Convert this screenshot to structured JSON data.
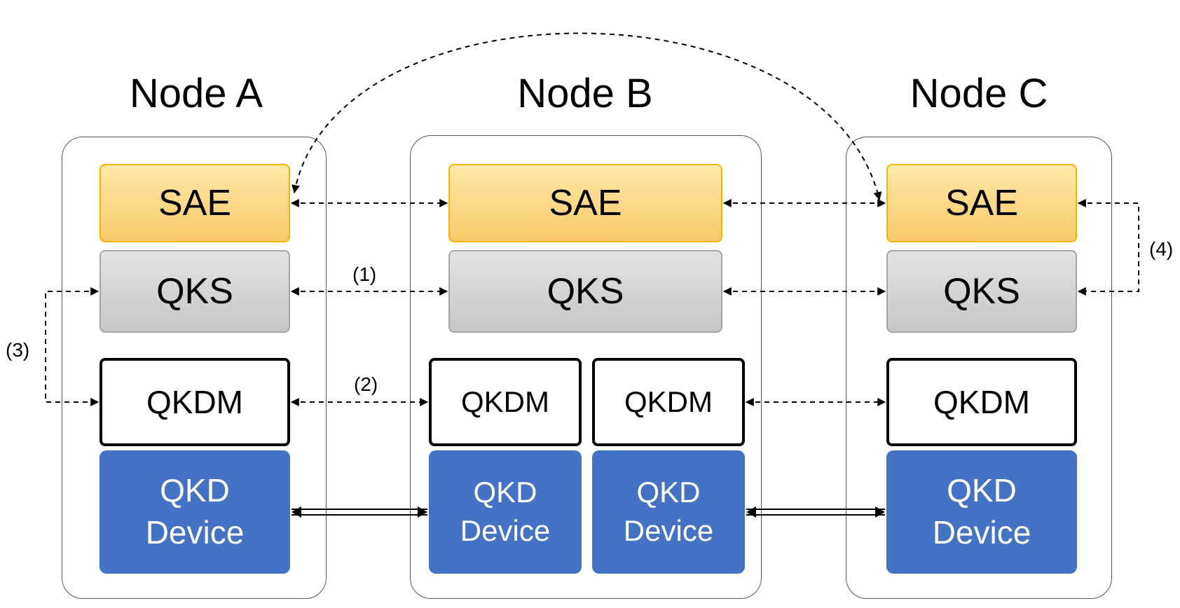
{
  "nodes": [
    {
      "title": "Node A",
      "sae": "SAE",
      "qks": "QKS",
      "qkdm": [
        "QKDM"
      ],
      "device": [
        "QKD\nDevice"
      ]
    },
    {
      "title": "Node B",
      "sae": "SAE",
      "qks": "QKS",
      "qkdm": [
        "QKDM",
        "QKDM"
      ],
      "device": [
        "QKD\nDevice",
        "QKD\nDevice"
      ]
    },
    {
      "title": "Node C",
      "sae": "SAE",
      "qks": "QKS",
      "qkdm": [
        "QKDM"
      ],
      "device": [
        "QKD\nDevice"
      ]
    }
  ],
  "labels": {
    "l1": "(1)",
    "l2": "(2)",
    "l3": "(3)",
    "l4": "(4)"
  }
}
